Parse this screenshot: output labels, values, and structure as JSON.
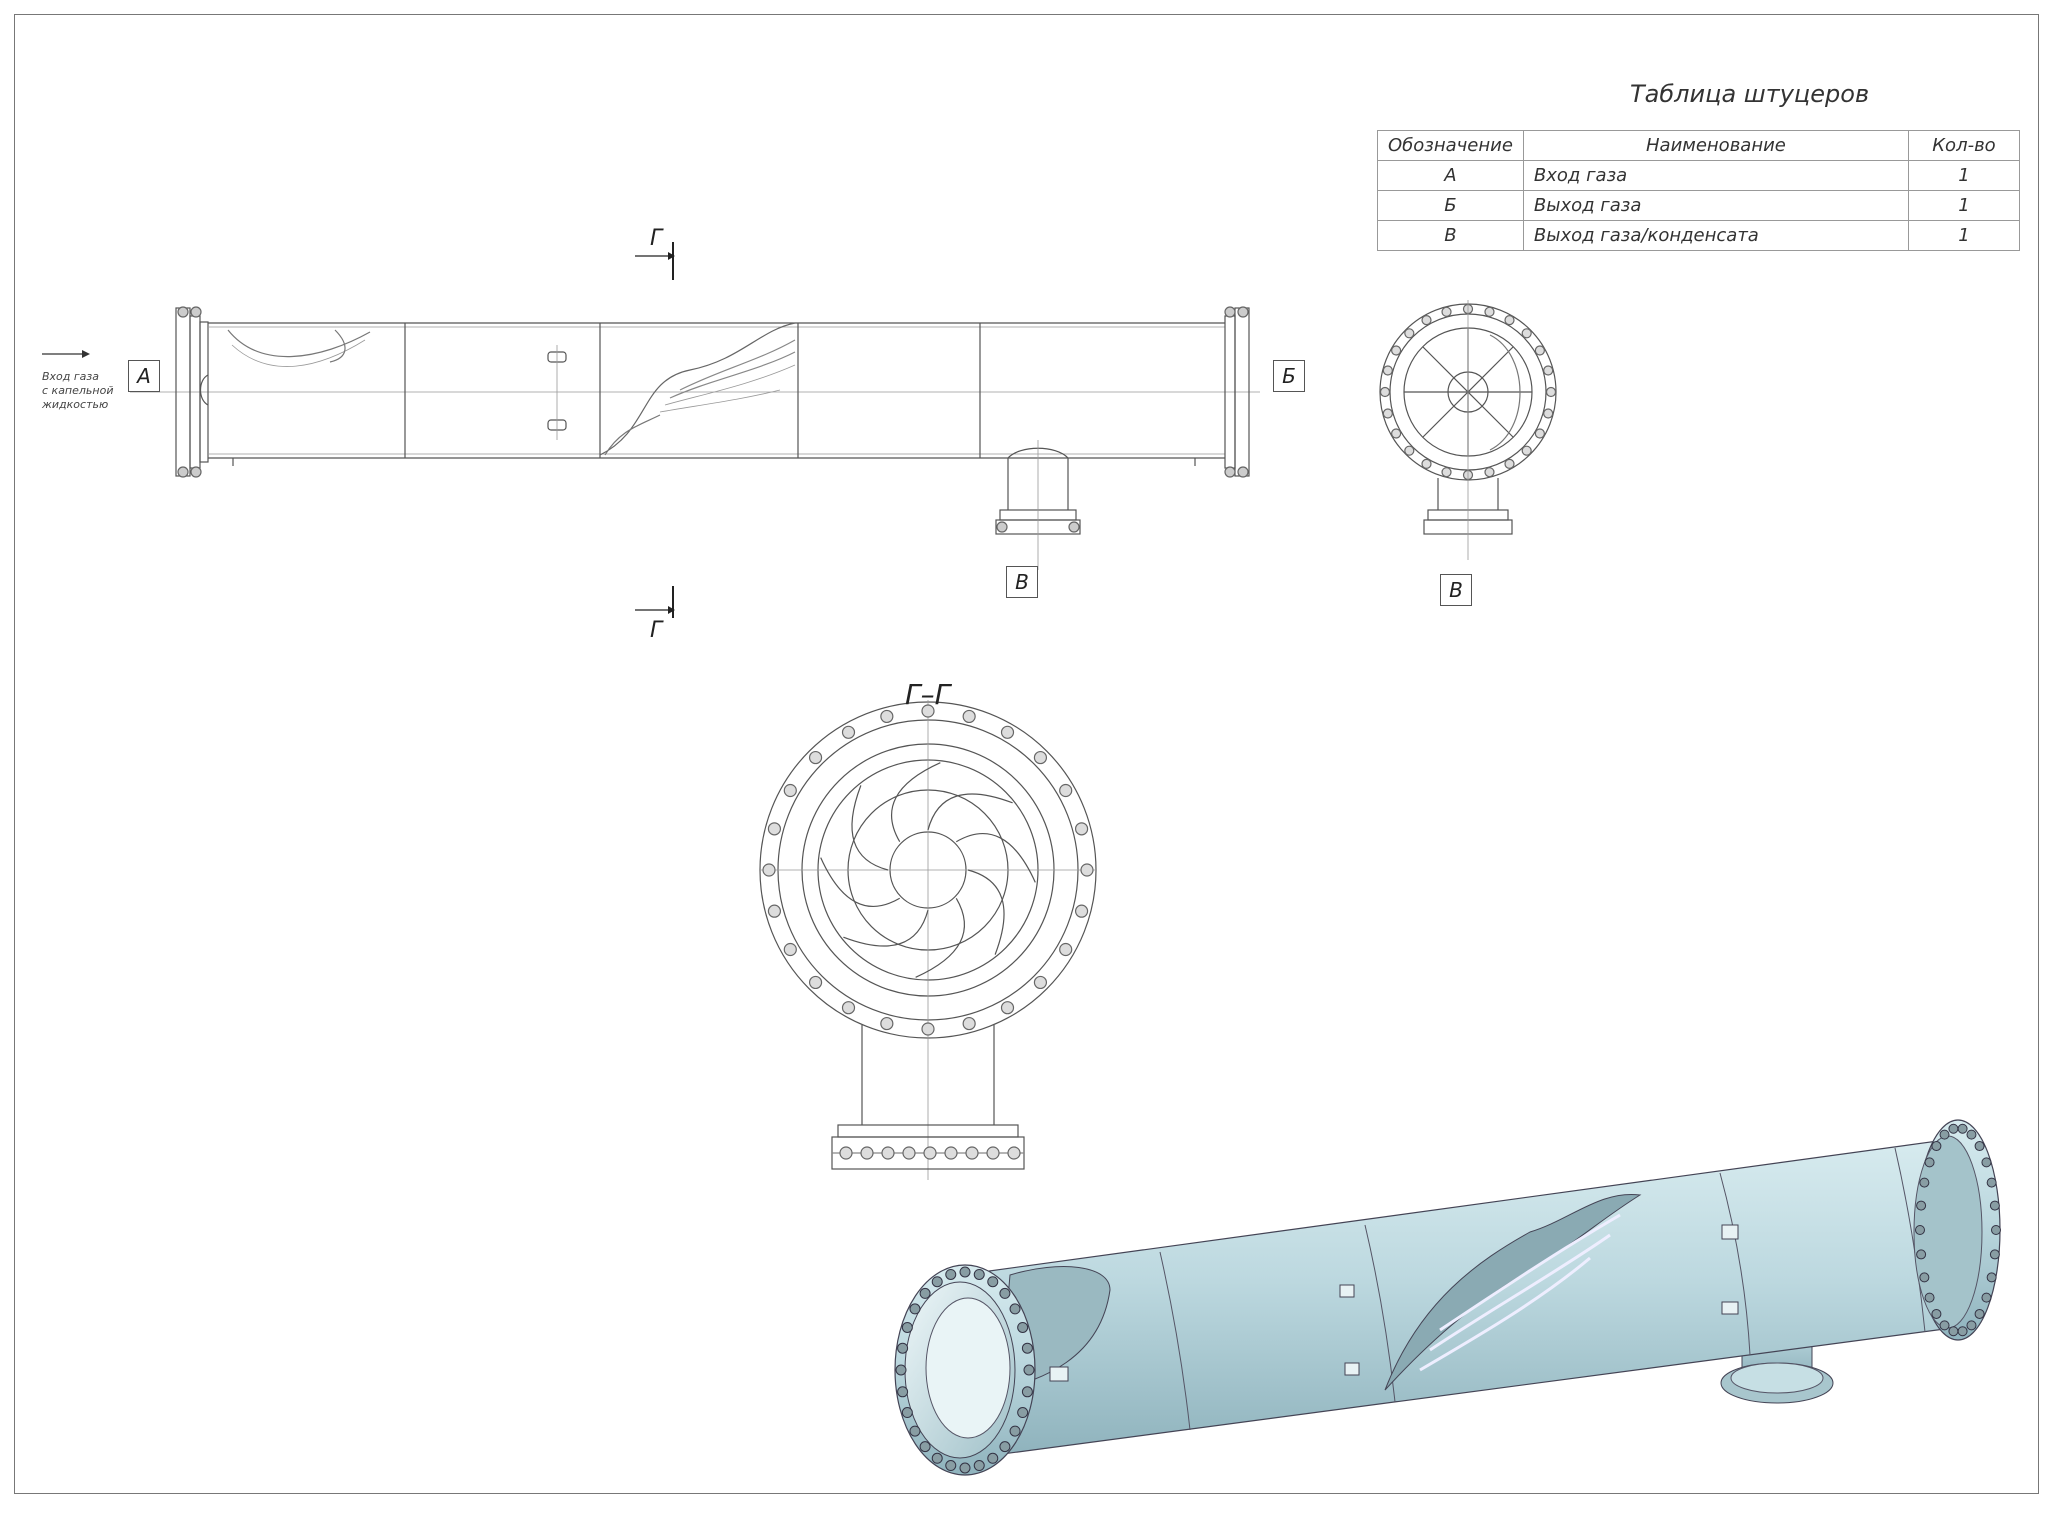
{
  "table": {
    "title": "Таблица штуцеров",
    "headers": [
      "Обозначение",
      "Наименование",
      "Кол-во"
    ],
    "rows": [
      {
        "mark": "А",
        "name": "Вход газа",
        "qty": "1"
      },
      {
        "mark": "Б",
        "name": "Выход газа",
        "qty": "1"
      },
      {
        "mark": "В",
        "name": "Выход газа/конденсата",
        "qty": "1"
      }
    ]
  },
  "labels": {
    "inlet_note_1": "Вход газа",
    "inlet_note_2": "с капельной",
    "inlet_note_3": "жидкостью",
    "mark_a": "А",
    "mark_b": "Б",
    "mark_v_front": "В",
    "mark_v_side": "В",
    "cut_top": "Г",
    "cut_bottom": "Г",
    "section_title": "Г–Г"
  }
}
